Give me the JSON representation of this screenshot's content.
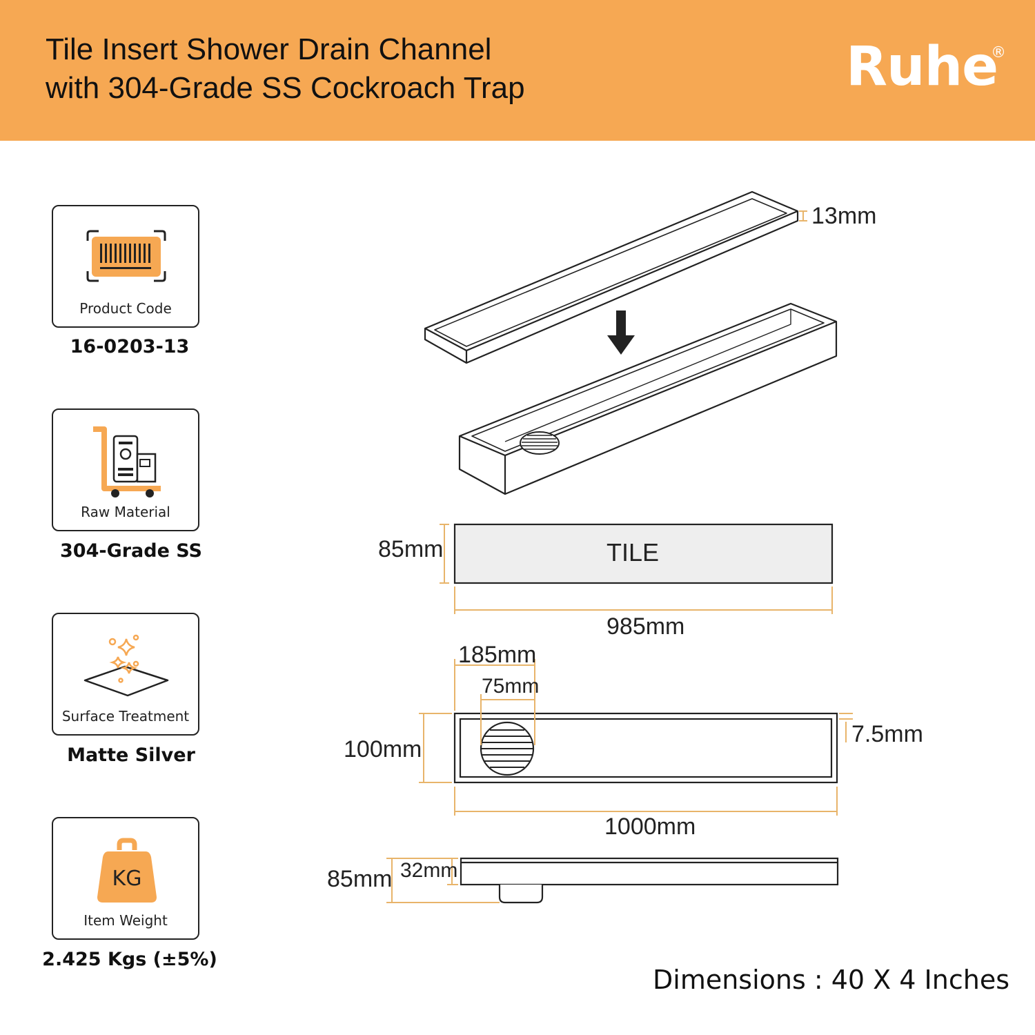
{
  "header": {
    "title_line1": "Tile Insert Shower Drain Channel",
    "title_line2": "with 304-Grade SS Cockroach Trap",
    "brand": "Ruhe",
    "brand_mark": "®",
    "background_color": "#F6A853"
  },
  "specs": [
    {
      "label": "Product Code",
      "value": "16-0203-13",
      "icon": "barcode-icon"
    },
    {
      "label": "Raw Material",
      "value": "304-Grade SS",
      "icon": "trolley-materials-icon"
    },
    {
      "label": "Surface Treatment",
      "value": "Matte Silver",
      "icon": "sparkle-surface-icon"
    },
    {
      "label": "Item Weight",
      "value": "2.425 Kgs (±5%)",
      "icon": "weight-kg-icon",
      "icon_text": "KG"
    }
  ],
  "diagram": {
    "lid_height": "13mm",
    "tile_label": "TILE",
    "tile_height": "85mm",
    "tile_length": "985mm",
    "trap_offset": "185mm",
    "trap_diameter": "75mm",
    "channel_width": "100mm",
    "rim_width": "7.5mm",
    "channel_length": "1000mm",
    "total_depth": "85mm",
    "channel_depth": "32mm"
  },
  "footer": {
    "dimensions": "Dimensions : 40 X 4 Inches"
  },
  "colors": {
    "accent": "#F6A853",
    "dimension_line": "#E8B46A",
    "outline": "#222222",
    "tile_fill": "#EEEEEE"
  }
}
